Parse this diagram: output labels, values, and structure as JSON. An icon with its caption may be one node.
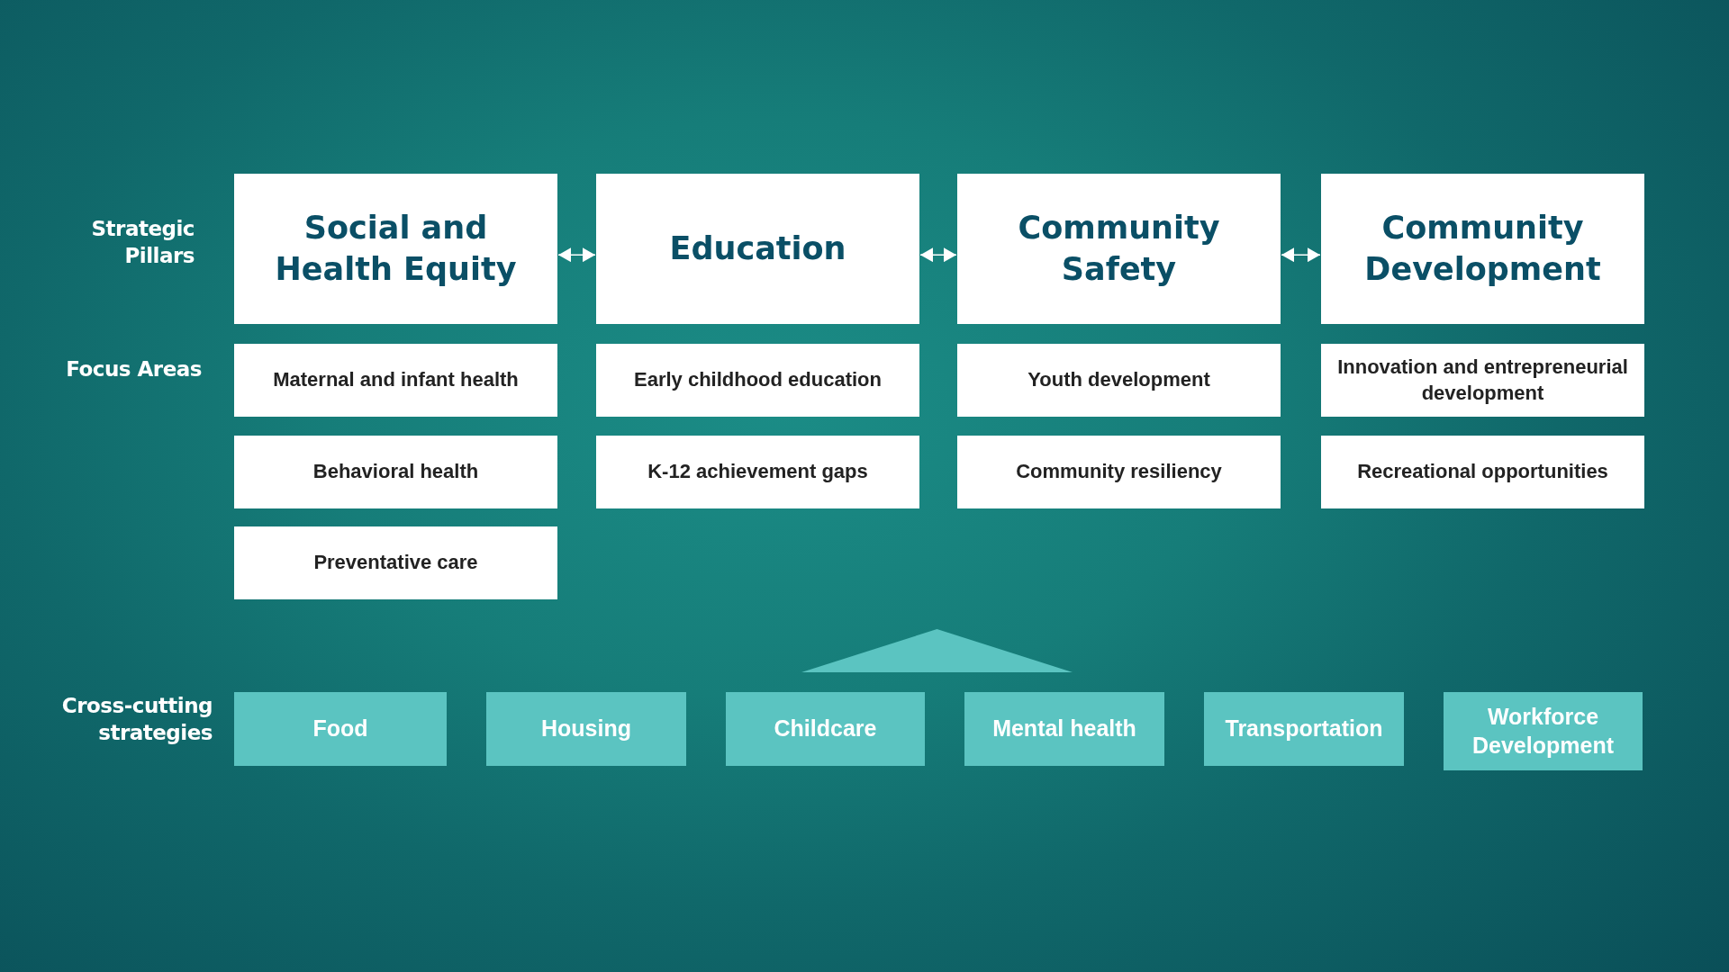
{
  "diagram": {
    "nodes": [
      {
        "text": [
          "Social and Health Equity"
        ]
      },
      {
        "text": [
          "Education"
        ]
      },
      {
        "text": [
          "Community Safety"
        ]
      },
      {
        "text": [
          "Community Development"
        ]
      },
      {
        "text": [
          "Maternal and infant health"
        ]
      },
      {
        "text": [
          "Early childhood education"
        ]
      },
      {
        "text": [
          "Youth development"
        ]
      },
      {
        "text": [
          "Innovation and entrepreneurial development"
        ]
      },
      {
        "text": [
          "Behavioral health"
        ]
      },
      {
        "text": [
          "K-12 achievement gaps"
        ]
      },
      {
        "text": [
          "Community resiliency"
        ]
      },
      {
        "text": [
          "Recreational opportunities"
        ]
      },
      {
        "text": [
          "Preventative care"
        ]
      },
      {
        "text": [],
        "shape": "triangle"
      },
      {
        "text": [
          "Food"
        ]
      },
      {
        "text": [
          "Housing"
        ]
      },
      {
        "text": [
          "Childcare"
        ]
      },
      {
        "text": [
          "Mental health"
        ]
      },
      {
        "text": [
          "Transportation"
        ]
      },
      {
        "text": [
          "Workforce Development"
        ]
      }
    ],
    "edges": [
      {
        "from": 0,
        "to": 1,
        "arrow": "both"
      },
      {
        "from": 1,
        "to": 2,
        "arrow": "both"
      },
      {
        "from": 2,
        "to": 3,
        "arrow": "both"
      }
    ],
    "labels": [
      "Strategic Pillars",
      "Focus Areas",
      "Cross-cutting strategies"
    ]
  }
}
